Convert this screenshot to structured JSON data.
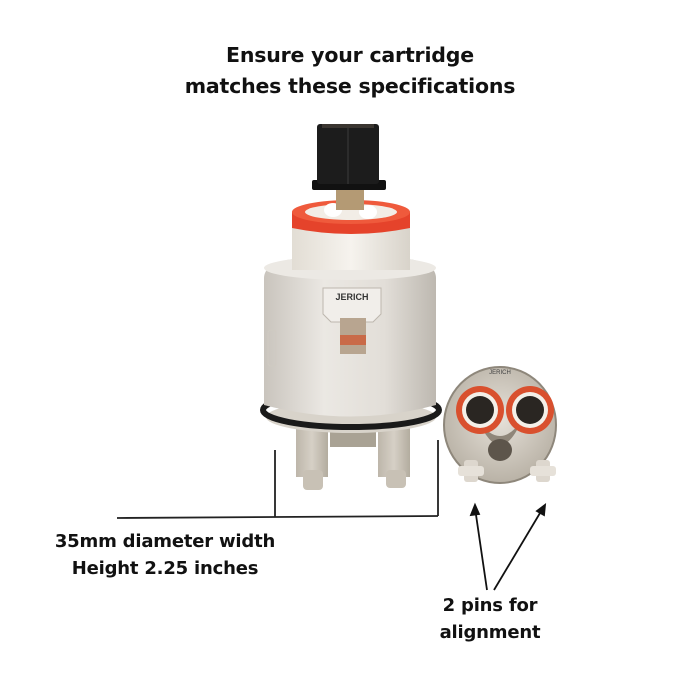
{
  "heading": {
    "line1": "Ensure your cartridge",
    "line2": "matches these specifications"
  },
  "main_cartridge": {
    "brand_label": "JERICH",
    "colors": {
      "body": "#dedad4",
      "top_ring": "#e8412a",
      "stem": "#1c1c1c",
      "o_ring": "#1a1a1a"
    }
  },
  "bottom_view": {
    "brand_label": "JERICH",
    "colors": {
      "seal": "#d9502e",
      "body": "#d2ccc3"
    }
  },
  "annotations": {
    "dimensions": {
      "line1": "35mm diameter width",
      "line2": "Height 2.25 inches"
    },
    "pins": {
      "line1": "2 pins for",
      "line2": "alignment"
    }
  }
}
